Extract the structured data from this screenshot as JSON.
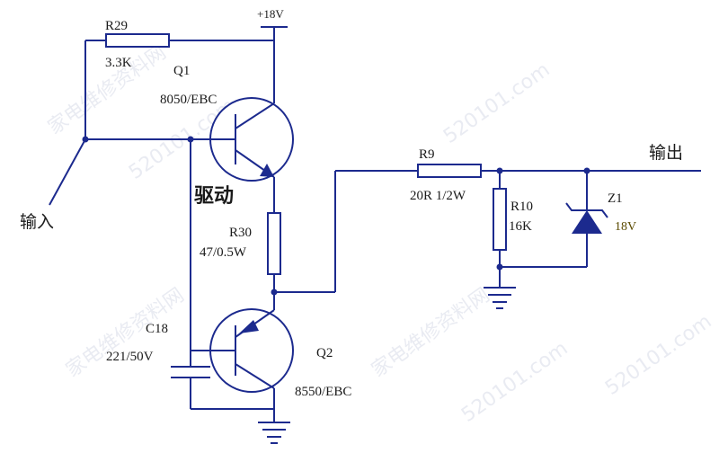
{
  "supply": {
    "label": "+18V"
  },
  "input": {
    "label": "输入"
  },
  "output": {
    "label": "输出"
  },
  "driver_label": "驱动",
  "components": {
    "r29": {
      "ref": "R29",
      "value": "3.3K"
    },
    "q1": {
      "ref": "Q1",
      "part": "8050/EBC"
    },
    "r30": {
      "ref": "R30",
      "value": "47/0.5W"
    },
    "c18": {
      "ref": "C18",
      "value": "221/50V"
    },
    "q2": {
      "ref": "Q2",
      "part": "8550/EBC"
    },
    "r9": {
      "ref": "R9",
      "value": "20R 1/2W"
    },
    "r10": {
      "ref": "R10",
      "value": "16K"
    },
    "z1": {
      "ref": "Z1",
      "value": "18V"
    }
  },
  "watermark": {
    "cn": "家电维修资料网",
    "url": "520101.com"
  },
  "colors": {
    "wire": "#1c2a8e",
    "text": "#1a1a1a",
    "watermark": "#d8dce8"
  }
}
